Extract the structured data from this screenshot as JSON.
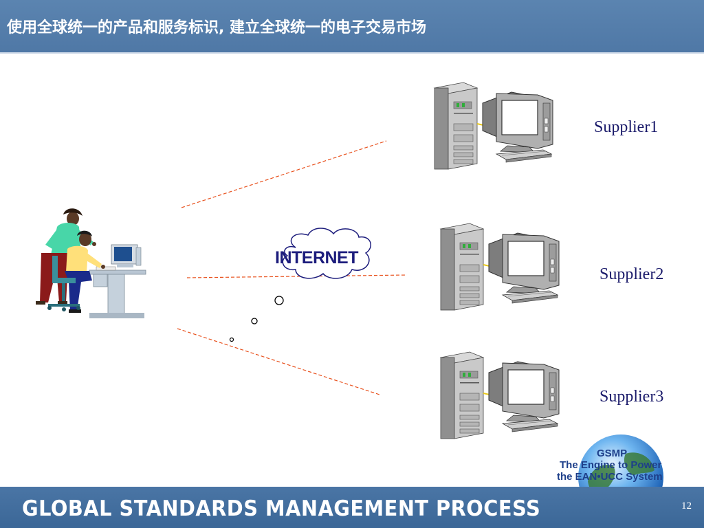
{
  "header": {
    "title": "使用全球统一的产品和服务标识, 建立全球统一的电子交易市场"
  },
  "diagram": {
    "network_label": "INTERNET",
    "suppliers": [
      "Supplier1",
      "Supplier2",
      "Supplier3"
    ]
  },
  "logo": {
    "name": "GSMP",
    "line1": "The Engine to Power",
    "line2": "the EAN•UCC System"
  },
  "footer": {
    "banner": "GLOBAL STANDARDS MANAGEMENT PROCESS",
    "page_number": "12"
  },
  "colors": {
    "header_bg": "#5b84b0",
    "footer_bg": "#3e6a9a",
    "connector_line": "#e8501c",
    "label_text": "#1a1a6a"
  }
}
